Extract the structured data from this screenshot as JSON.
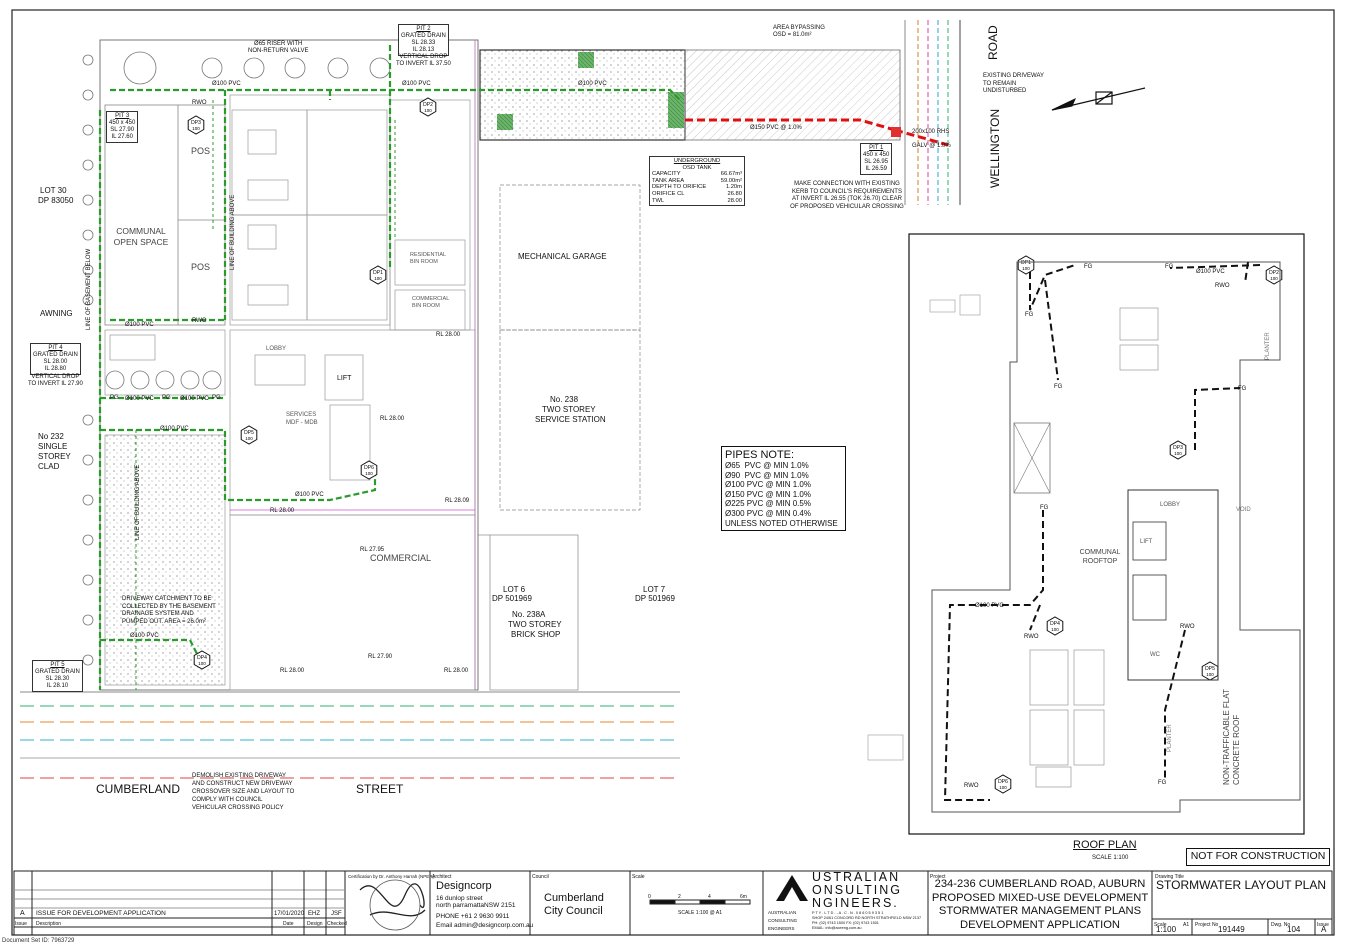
{
  "labels": {
    "road": "ROAD",
    "wellington": "WELLINGTON",
    "cumberland": "CUMBERLAND",
    "street": "STREET",
    "communal_open_space": "COMMUNAL OPEN SPACE",
    "pos": "POS",
    "lot30": "LOT 30",
    "dp83050": "DP 83050",
    "awning": "AWNING",
    "no232": "No 232",
    "single_storey": "SINGLE",
    "storey": "STOREY",
    "clad": "CLAD",
    "mechanical_garage": "MECHANICAL GARAGE",
    "no238": "No. 238",
    "two_storey_service": "TWO STOREY",
    "service_station": "SERVICE STATION",
    "commercial": "COMMERCIAL",
    "lot6": "LOT 6",
    "dp501969": "DP 501969",
    "lot7": "LOT 7",
    "no238a": "No. 238A",
    "two_storey_brick": "TWO STOREY",
    "brick_shop": "BRICK SHOP",
    "lobby": "LOBBY",
    "lift": "LIFT",
    "services": "SERVICES",
    "mdf": "MDF - MDB",
    "residential_bin": "RESIDENTIAL BIN ROOM",
    "commercial_bin": "COMMERCIAL BIN ROOM",
    "line_basement": "LINE OF BASEMENT BELOW",
    "line_building": "LINE OF BUILDING ABOVE",
    "driveway_catchment": [
      "DRIVEWAY CATCHMENT TO BE",
      "COLLECTED BY THE BASEMENT",
      "DRAINAGE SYSTEM AND",
      "PUMPED OUT. AREA = 26.0m²"
    ],
    "demolish_note": [
      "DEMOLISH EXISTING DRIVEWAY",
      "AND CONSTRUCT NEW DRIVEWAY",
      "CROSSOVER SIZE AND LAYOUT TO",
      "COMPLY WITH COUNCIL",
      "VEHICULAR CROSSING POLICY"
    ],
    "area_bypassing": [
      "AREA BYPASSING",
      "OSD = 81.0m²"
    ],
    "existing_driveway": [
      "EXISTING DRIVEWAY",
      "TO REMAIN",
      "UNDISTURBED"
    ],
    "make_connection": [
      "MAKE CONNECTION WITH EXISTING",
      "KERB TO COUNCIL'S REQUIREMENTS",
      "AT INVERT IL 26.55 (TOK 26.70) CLEAR",
      "OF PROPOSED VEHICULAR CROSSING"
    ],
    "riser_note": [
      "Ø65 RISER WITH",
      "NON-RETURN VALVE"
    ],
    "pit2": [
      "PIT 2",
      "GRATED DRAIN",
      "SL 28.33",
      "IL 28.13"
    ],
    "vertical_drop1": [
      "VERTICAL DROP",
      "TO INVERT IL 37.50"
    ],
    "pit3": [
      "PIT 3",
      "450 x 450",
      "SL 27.90",
      "IL 27.60"
    ],
    "pit4": [
      "PIT 4",
      "GRATED DRAIN",
      "SL 28.00",
      "IL 28.80"
    ],
    "vertical_drop2": [
      "VERTICAL DROP",
      "TO INVERT IL 27.90"
    ],
    "pit5": [
      "PIT 5",
      "GRATED DRAIN",
      "SL 28.30",
      "IL 28.10"
    ],
    "pit1": [
      "PIT 1",
      "450 x 450",
      "SL 26.95",
      "IL 26.59"
    ],
    "osd_tank": {
      "title": [
        "UNDERGROUND",
        "OSD TANK"
      ],
      "rows": [
        [
          "CAPACITY",
          "66.67m³"
        ],
        [
          "TANK AREA",
          "59.00m²"
        ],
        [
          "DEPTH TO ORIFICE",
          "1.20m"
        ],
        [
          "ORIFICE CL",
          "26.80"
        ],
        [
          "TWL",
          "28.00"
        ]
      ]
    },
    "pipe_150": "Ø150 PVC @ 1.0%",
    "pipe_200x100": "200x100 RHS",
    "galv": "GALV @ 1.0%",
    "pipe_100": "Ø100 PVC",
    "rwo": "RWO",
    "pg": "PG",
    "fg": "FG",
    "dp1": "DP1",
    "dp2": "DP2",
    "dp3": "DP3",
    "dp4": "DP4",
    "dp5": "DP5",
    "dp6": "DP6",
    "dp_100": "100",
    "rl_2800": "RL 28.00",
    "rl_2790": "RL 27.90",
    "rl_2795": "RL 27.95",
    "rl_2809": "RL 28.09"
  },
  "pipes_note": {
    "title": "PIPES NOTE:",
    "lines": [
      "Ø65  PVC @ MIN 1.0%",
      "Ø90  PVC @ MIN 1.0%",
      "Ø100 PVC @ MIN 1.0%",
      "Ø150 PVC @ MIN 1.0%",
      "Ø225 PVC @ MIN 0.5%",
      "Ø300 PVC @ MIN 0.4%",
      "UNLESS NOTED OTHERWISE"
    ]
  },
  "roof": {
    "title": "ROOF PLAN",
    "scale": "SCALE 1:100",
    "communal_rooftop": "COMMUNAL ROOFTOP",
    "lobby": "LOBBY",
    "lift": "LIFT",
    "wc": "WC",
    "planter": "PLANTER",
    "void": "VOID",
    "non_trafficable": "NON-TRAFFICABLE FLAT CONCRETE ROOF"
  },
  "not_for_construction": "NOT FOR CONSTRUCTION",
  "title_block": {
    "issue_letter": "A",
    "issue_desc": "ISSUE FOR DEVELOPMENT APPLICATION",
    "issue_date": "17/01/2020",
    "issue_by": "EHZ",
    "issue_chk": "JSF",
    "col_issue": "Issue",
    "col_desc": "Description",
    "col_date": "Date",
    "col_design": "Design",
    "col_checked": "Checked",
    "cert_label": "Certification by Dr. Anthony Harrah (NPER)",
    "architect_label": "Architect",
    "architect_name": "Designcorp",
    "architect_addr1": "16 dunlop street",
    "architect_addr2": "north parramattaNSW 2151",
    "architect_phone": "PHONE  +61 2 9630 9911",
    "architect_email": "Email  admin@designcorp.com.au",
    "council_label": "Council",
    "council_name1": "Cumberland",
    "council_name2": "City Council",
    "scale_label": "Scale",
    "scale_text": "SCALE 1:100 @ A1",
    "scale_ticks": [
      "0",
      "2",
      "4",
      "6m"
    ],
    "ace_lines": [
      "USTRALIAN",
      "ONSULTING",
      "NGINEERS."
    ],
    "ace_sub": [
      "AUSTRALIAN",
      "CONSULTING",
      "ENGINEERS"
    ],
    "ace_details": [
      "P T Y .  L T D .  -  A . C . N .  0 8 6  0 5 9  3 5 1",
      "SHOP 24/61 CONCORD RD NORTH STRATHFIELD NSW 2137",
      "PH: (02) 9743 1500   FX: (02) 9743 1501",
      "EMAIL: info@aceeng.com.au"
    ],
    "project_label": "Project",
    "project_lines": [
      "234-236 CUMBERLAND ROAD, AUBURN",
      "PROPOSED MIXED-USE DEVELOPMENT",
      "STORMWATER MANAGEMENT PLANS",
      "DEVELOPMENT APPLICATION"
    ],
    "drawing_title_label": "Drawing Title",
    "drawing_title": "STORMWATER LAYOUT PLAN",
    "scale_sm_label": "Scale",
    "scale_sm": "1:100",
    "size_label": "A1",
    "project_no_label": "Project No",
    "project_no": "191449",
    "dwg_no_label": "Dwg. No",
    "dwg_no": "104",
    "issue_label": "Issue",
    "issue": "A"
  },
  "doc_ref": "Document Set ID: 7963729"
}
